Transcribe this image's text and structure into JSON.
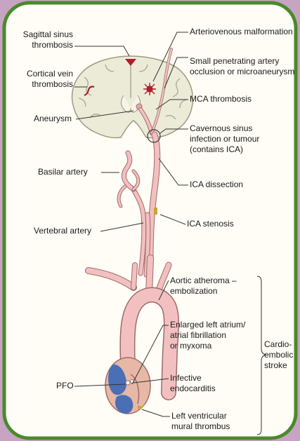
{
  "colors": {
    "background": "#c7a4c2",
    "frame_border": "#4a8a2c",
    "panel": "#fffdf6",
    "artery": "#f2c0c0",
    "artery_outline": "#a06a6a",
    "brain": "#ecebd8",
    "pathology": "#b01e2e",
    "atrium": "#4a6fb5",
    "stenosis": "#c9a23a"
  },
  "labels": {
    "sagittal_sinus": "Sagittal sinus\nthrombosis",
    "cortical_vein": "Cortical vein\nthrombosis",
    "aneurysm": "Aneurysm",
    "avm": "Arteriovenous malformation",
    "small_artery": "Small penetrating artery\nocclusion or microaneurysm",
    "mca": "MCA thrombosis",
    "cavernous": "Cavernous sinus\ninfection or tumour\n(contains ICA)",
    "basilar": "Basilar artery",
    "ica_dissection": "ICA dissection",
    "vertebral": "Vertebral artery",
    "ica_stenosis": "ICA stenosis",
    "aortic": "Aortic atheroma –\nembolization",
    "left_atrium": "Enlarged left atrium/\natrial fibrillation\nor myxoma",
    "pfo": "PFO",
    "endocarditis": "Infective\nendocarditis",
    "lv_thrombus": "Left ventricular\nmural thrombus",
    "cardioembolic": "Cardio-\nembolic\nstroke"
  }
}
